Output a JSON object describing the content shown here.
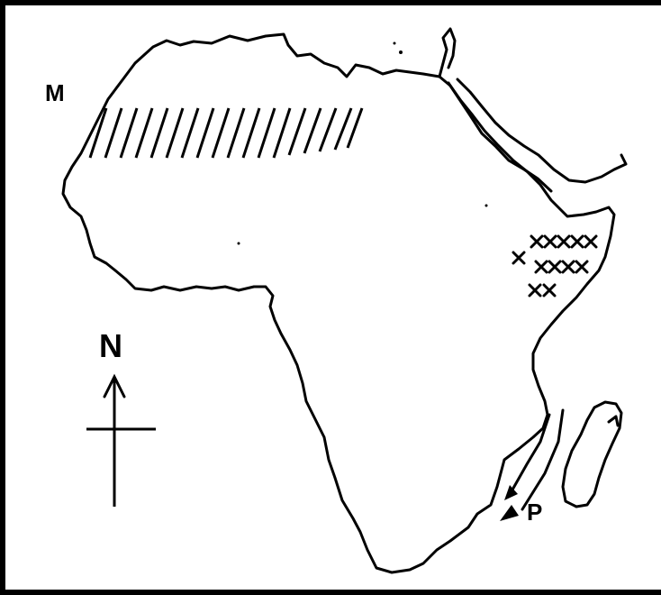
{
  "map": {
    "labels": {
      "m": "M",
      "p": "P",
      "north": "N"
    },
    "colors": {
      "ink": "#000000",
      "paper": "#ffffff"
    },
    "icons": [
      "compass-icon",
      "north-arrow-icon"
    ]
  }
}
